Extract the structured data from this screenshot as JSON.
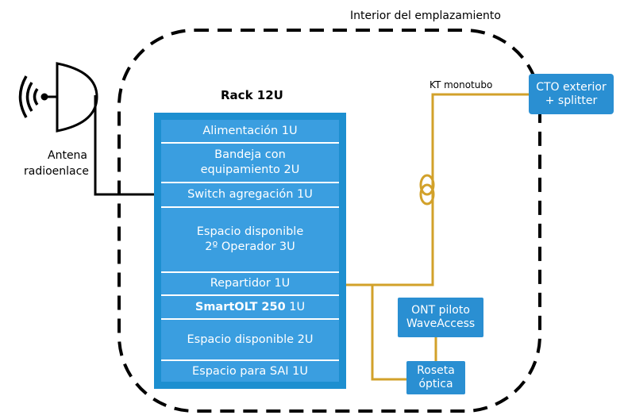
{
  "site_label": "Interior del emplazamiento",
  "antenna": {
    "line1": "Antena",
    "line2": "radioenlace"
  },
  "rack": {
    "title": "Rack 12U",
    "slots": [
      {
        "line1": "Alimentación 1U",
        "line2": ""
      },
      {
        "line1": "Bandeja con",
        "line2": "equipamiento 2U"
      },
      {
        "line1": "Switch agregación 1U",
        "line2": ""
      },
      {
        "line1": "Espacio disponible",
        "line2": "2º Operador 3U"
      },
      {
        "line1": "Repartidor 1U",
        "line2": ""
      },
      {
        "bold": "SmartOLT 250",
        "rest": " 1U"
      },
      {
        "line1": "Espacio disponible 2U",
        "line2": ""
      },
      {
        "line1": "Espacio para SAI 1U",
        "line2": ""
      }
    ]
  },
  "kt_label": "KT monotubo",
  "cto": {
    "line1": "CTO exterior",
    "line2": "+ splitter"
  },
  "ont": {
    "line1": "ONT piloto",
    "line2": "WaveAccess"
  },
  "roseta": {
    "line1": "Roseta",
    "line2": "óptica"
  },
  "colors": {
    "rack_frame": "#1d8fd0",
    "slot_fill": "#3a9ee0",
    "fiber": "#d2a12a",
    "boundary": "#000000"
  },
  "icons": [
    "antenna-dish-icon",
    "fiber-coil-icon"
  ]
}
